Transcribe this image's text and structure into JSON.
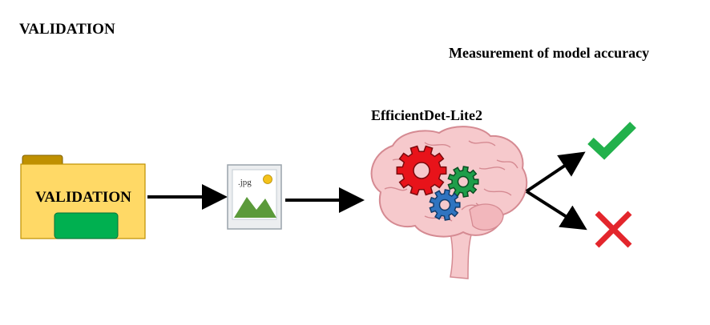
{
  "title": "VALIDATION",
  "subtitle": "Measurement of model accuracy",
  "folder": {
    "label": "VALIDATION",
    "icon": "folder-icon",
    "color": "#FFD966",
    "tab_color": "#BF9000",
    "badge_color": "#00B050"
  },
  "image_file": {
    "label": ".jpg",
    "icon": "image-icon"
  },
  "model": {
    "name": "EfficientDet-Lite2",
    "icon": "brain-gears-icon"
  },
  "outcomes": [
    {
      "name": "correct",
      "icon": "check-icon",
      "color": "#22B14C"
    },
    {
      "name": "incorrect",
      "icon": "cross-icon",
      "color": "#E3262C"
    }
  ]
}
